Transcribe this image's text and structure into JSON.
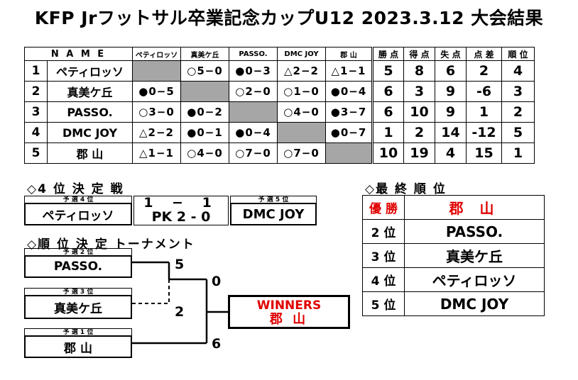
{
  "title": "KFP Jrフットサル卒業記念カップU12 2023.3.12 大会結果",
  "results": {
    "header": {
      "name": "N A M E",
      "teams": [
        "ペティロッソ",
        "真美ケ丘",
        "PASSO.",
        "DMC JOY",
        "郡 山"
      ],
      "stats": [
        "勝 点",
        "得 点",
        "失 点",
        "点 差",
        "順 位"
      ]
    },
    "rows": [
      {
        "no": "1",
        "team": "ペティロッソ",
        "cells": [
          "",
          "○5−0",
          "●0−3",
          "△2−2",
          "△1−1"
        ],
        "stats": [
          "5",
          "8",
          "6",
          "2",
          "4"
        ]
      },
      {
        "no": "2",
        "team": "真美ケ丘",
        "cells": [
          "●0−5",
          "",
          "○2−0",
          "○1−0",
          "●0−4"
        ],
        "stats": [
          "6",
          "3",
          "9",
          "-6",
          "3"
        ]
      },
      {
        "no": "3",
        "team": "PASSO.",
        "cells": [
          "○3−0",
          "●0−2",
          "",
          "○4−0",
          "●3−7"
        ],
        "stats": [
          "6",
          "10",
          "9",
          "1",
          "2"
        ]
      },
      {
        "no": "4",
        "team": "DMC JOY",
        "cells": [
          "△2−2",
          "●0−1",
          "●0−4",
          "",
          "●0−7"
        ],
        "stats": [
          "1",
          "2",
          "14",
          "-12",
          "5"
        ]
      },
      {
        "no": "5",
        "team": "郡 山",
        "cells": [
          "△1−1",
          "○4−0",
          "○7−0",
          "○7−0",
          ""
        ],
        "stats": [
          "10",
          "19",
          "4",
          "15",
          "1"
        ]
      }
    ]
  },
  "playoff4": {
    "heading": "◇4 位 決 定 戦",
    "left_label": "予 選 4 位",
    "left_team": "ペティロッソ",
    "score": "1 − 1",
    "pk": "PK 2 - 0",
    "right_label": "予 選 5 位",
    "right_team": "DMC JOY"
  },
  "tournament": {
    "heading": "◇順 位 決 定 トーナメント",
    "slots": [
      {
        "label": "予 選 2 位",
        "team": "PASSO."
      },
      {
        "label": "予 選 3 位",
        "team": "真美ケ丘"
      },
      {
        "label": "予 選 1 位",
        "team": "郡 山"
      }
    ],
    "scores": {
      "semi_top": "5",
      "semi_bottom": "2",
      "final_top": "0",
      "final_bottom": "6"
    },
    "winner_label": "WINNERS",
    "winner_team": "郡 山"
  },
  "final_ranking": {
    "heading": "◇最 終 順 位",
    "rows": [
      {
        "rank": "優 勝",
        "team": "郡 山",
        "highlight": true
      },
      {
        "rank": "2 位",
        "team": "PASSO."
      },
      {
        "rank": "3 位",
        "team": "真美ケ丘"
      },
      {
        "rank": "4 位",
        "team": "ペティロッソ"
      },
      {
        "rank": "5 位",
        "team": "DMC JOY"
      }
    ]
  },
  "colors": {
    "red": "#e00000",
    "gray": "#a6a6a6"
  }
}
